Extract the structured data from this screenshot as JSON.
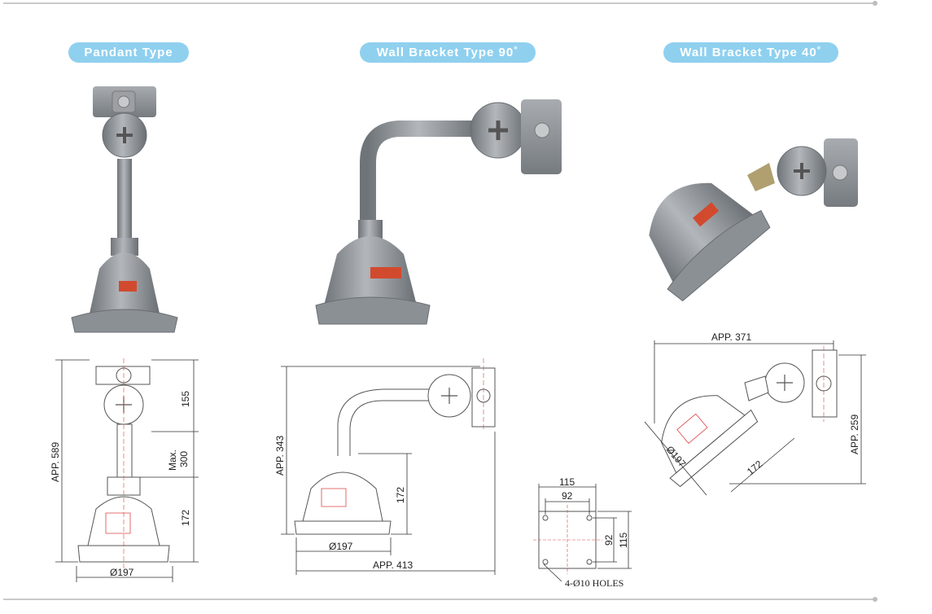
{
  "titles": {
    "pendant": "Pandant Type",
    "wall90": "Wall Bracket Type 90˚",
    "wall40": "Wall Bracket Type 40˚"
  },
  "pendant_dims": {
    "height": "APP. 589",
    "top": "155",
    "max": "Max.",
    "max_val": "300",
    "body": "172",
    "diameter": "Ø197"
  },
  "wall90_dims": {
    "height": "APP. 343",
    "body": "172",
    "diameter": "Ø197",
    "reach": "APP. 413"
  },
  "wall40_dims": {
    "width": "APP. 371",
    "height": "APP. 259",
    "diameter": "Ø197",
    "body": "172"
  },
  "plate_dims": {
    "outer_w": "115",
    "inner_w": "92",
    "inner_h": "92",
    "outer_h": "115",
    "holes": "4-Ø10 HOLES"
  },
  "colors": {
    "pill": "#8fd0ef",
    "fixture": "#8c9196",
    "label": "#d24a2e"
  }
}
